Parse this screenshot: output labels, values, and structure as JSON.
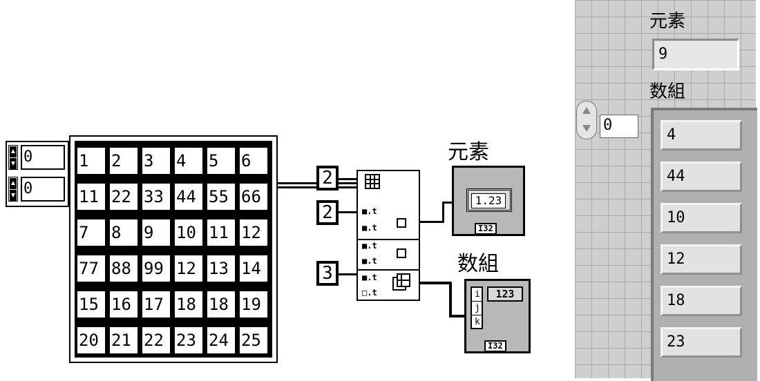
{
  "diagram": {
    "index_control": {
      "row_index": "0",
      "col_index": "0"
    },
    "array_constant": {
      "rows": [
        [
          "1",
          "2",
          "3",
          "4",
          "5",
          "6"
        ],
        [
          "11",
          "22",
          "33",
          "44",
          "55",
          "66"
        ],
        [
          "7",
          "8",
          "9",
          "10",
          "11",
          "12"
        ],
        [
          "77",
          "88",
          "99",
          "12",
          "13",
          "14"
        ],
        [
          "15",
          "16",
          "17",
          "18",
          "18",
          "19"
        ],
        [
          "20",
          "21",
          "22",
          "23",
          "24",
          "25"
        ]
      ]
    },
    "constants": [
      "2",
      "2",
      "3"
    ],
    "element_indicator": {
      "label": "元素",
      "value": "1.23",
      "type_tag": "I32"
    },
    "array_indicator": {
      "label": "数組",
      "value": "123",
      "type_tag": "I32",
      "dims": [
        "i",
        "j",
        "k"
      ]
    }
  },
  "front_panel": {
    "element_label": "元素",
    "element_value": "9",
    "array_label": "数組",
    "array_index": "0",
    "array_values": [
      "4",
      "44",
      "10",
      "12",
      "18",
      "23"
    ]
  }
}
